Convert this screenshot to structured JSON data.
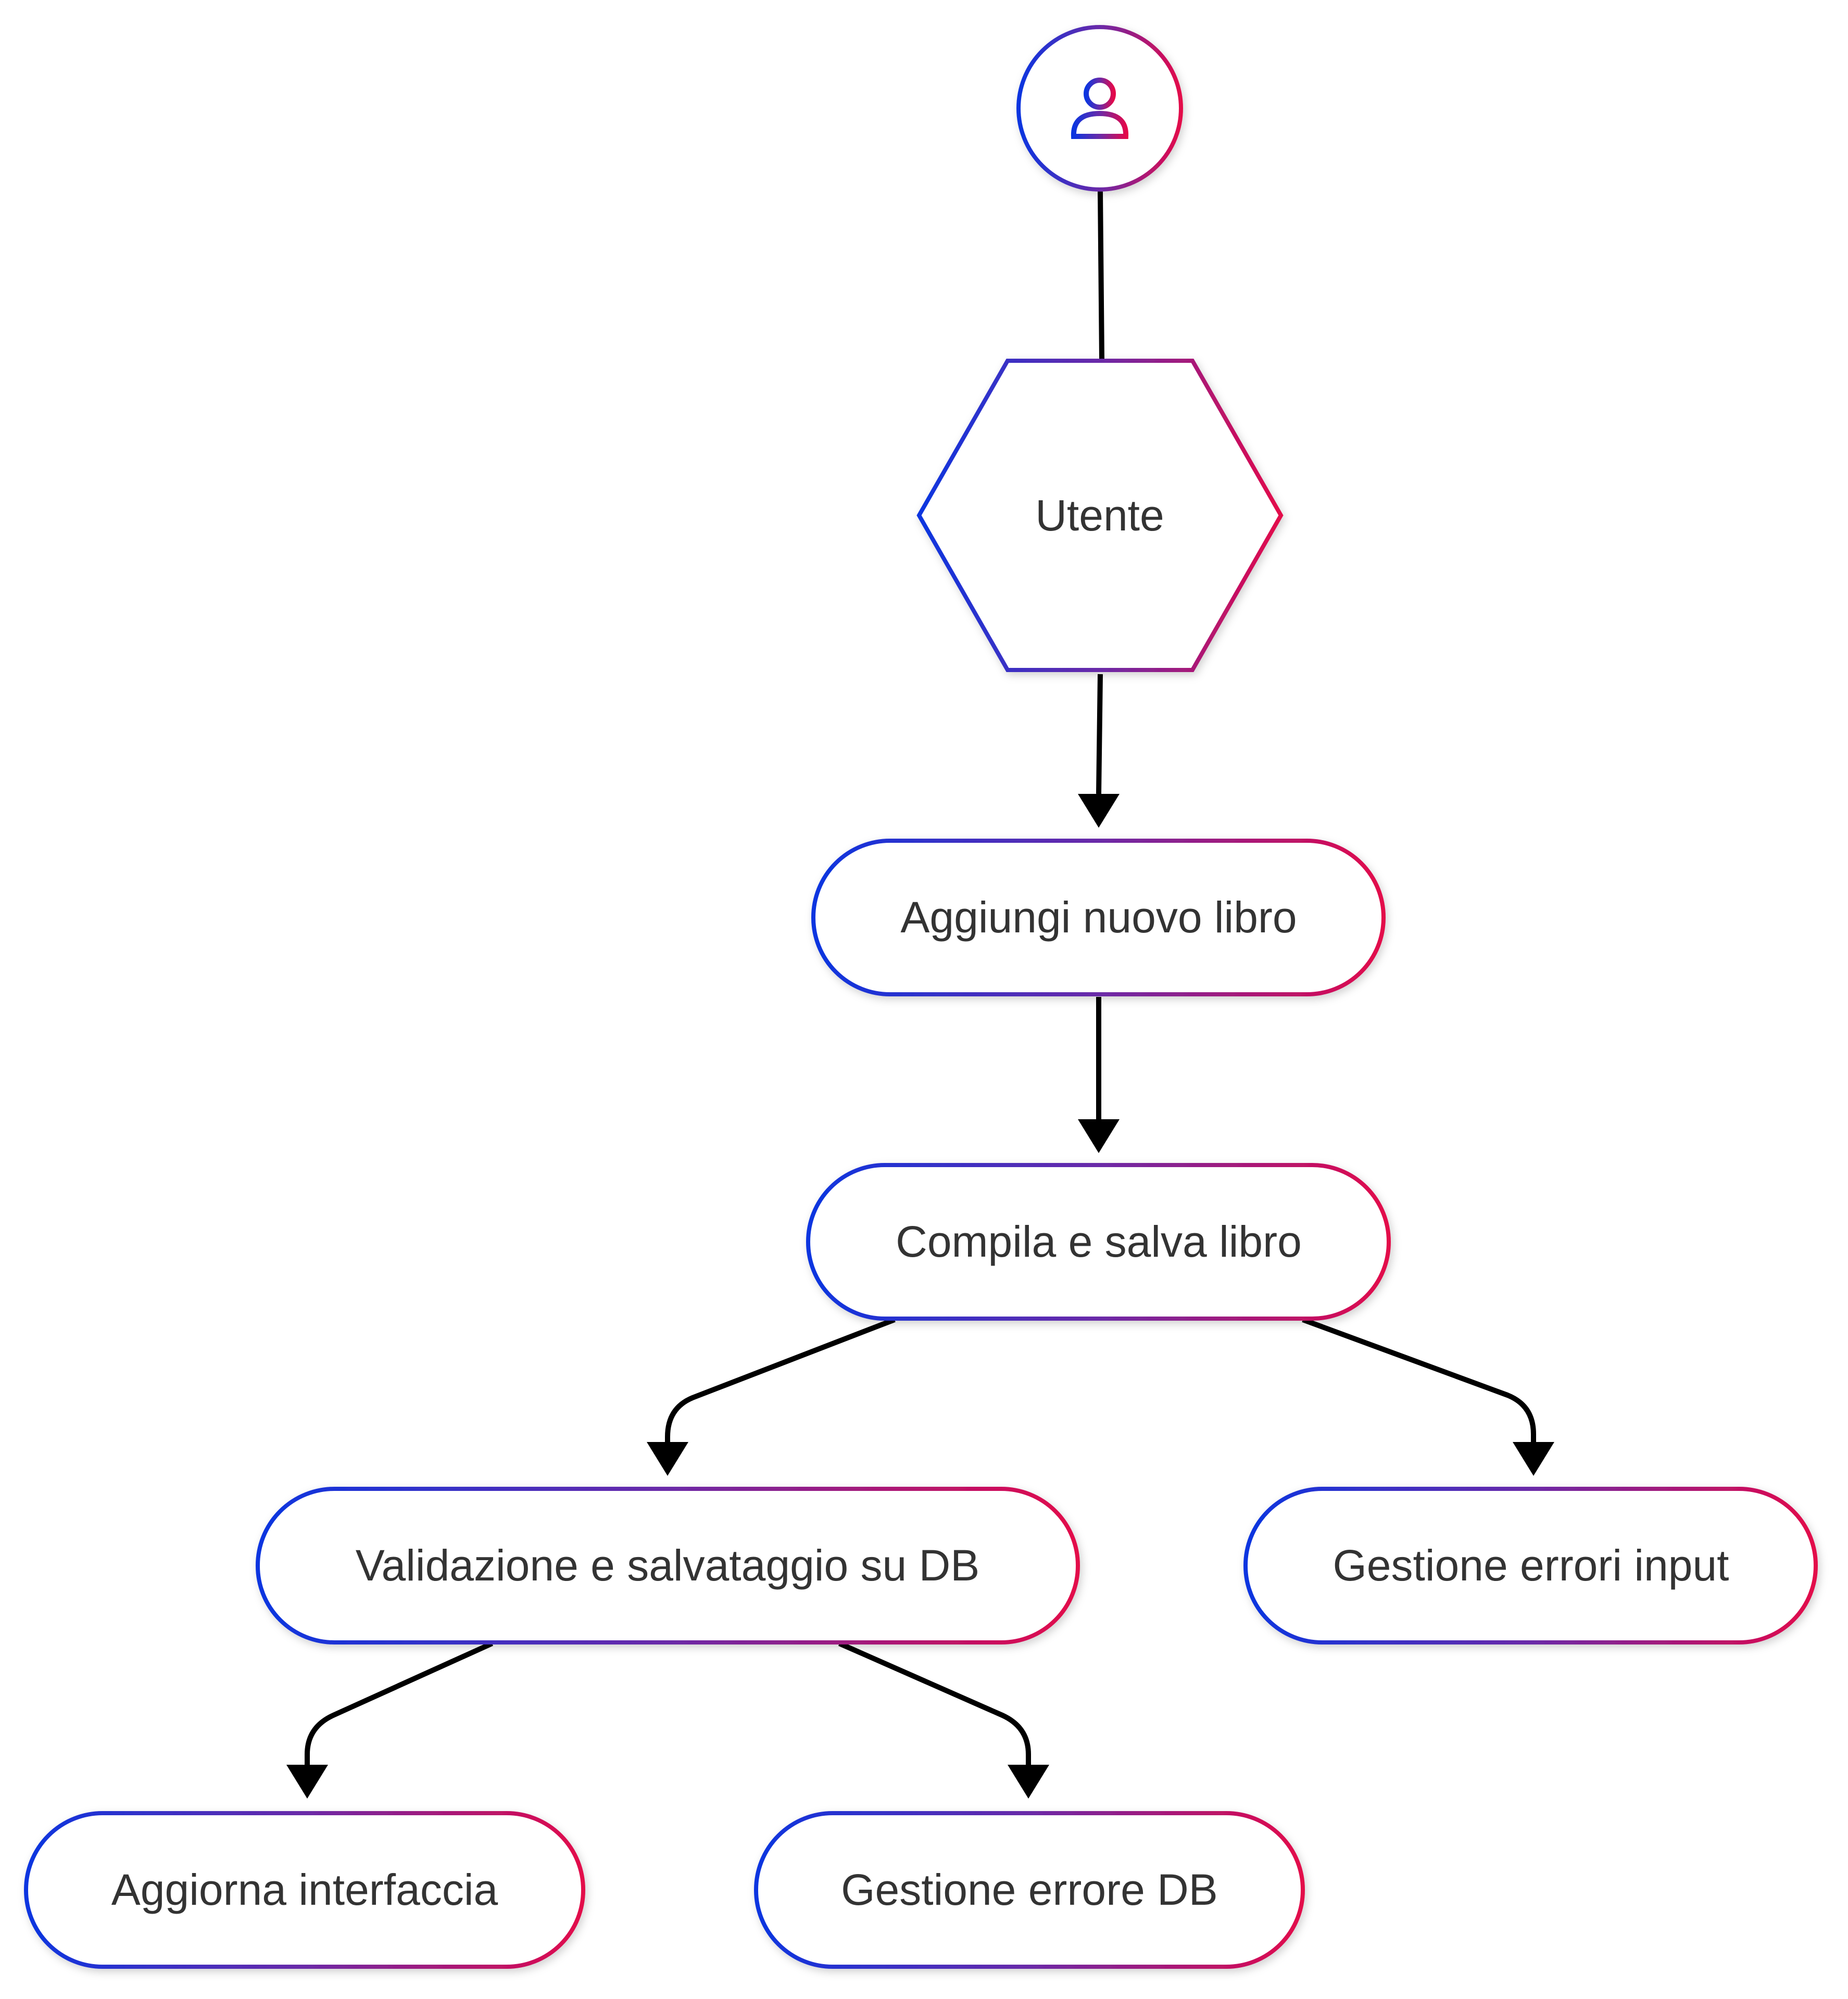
{
  "colors": {
    "gradient_start": "#0b35e0",
    "gradient_mid": "#6a2aa8",
    "gradient_end": "#e3084a",
    "edge": "#000000",
    "text": "#333333",
    "background": "#ffffff"
  },
  "nodes": {
    "user_icon": {
      "icon": "user-icon"
    },
    "utente": {
      "label": "Utente"
    },
    "aggiungi": {
      "label": "Aggiungi nuovo libro"
    },
    "compila": {
      "label": "Compila e salva libro"
    },
    "validazione": {
      "label": "Validazione e salvataggio su DB"
    },
    "gestione_input": {
      "label": "Gestione errori input"
    },
    "aggiorna": {
      "label": "Aggiorna interfaccia"
    },
    "gestione_db": {
      "label": "Gestione errore DB"
    }
  },
  "edges": [
    {
      "from": "user_icon",
      "to": "utente",
      "arrow": false
    },
    {
      "from": "utente",
      "to": "aggiungi",
      "arrow": true
    },
    {
      "from": "aggiungi",
      "to": "compila",
      "arrow": true
    },
    {
      "from": "compila",
      "to": "validazione",
      "arrow": true
    },
    {
      "from": "compila",
      "to": "gestione_input",
      "arrow": true
    },
    {
      "from": "validazione",
      "to": "aggiorna",
      "arrow": true
    },
    {
      "from": "validazione",
      "to": "gestione_db",
      "arrow": true
    }
  ]
}
